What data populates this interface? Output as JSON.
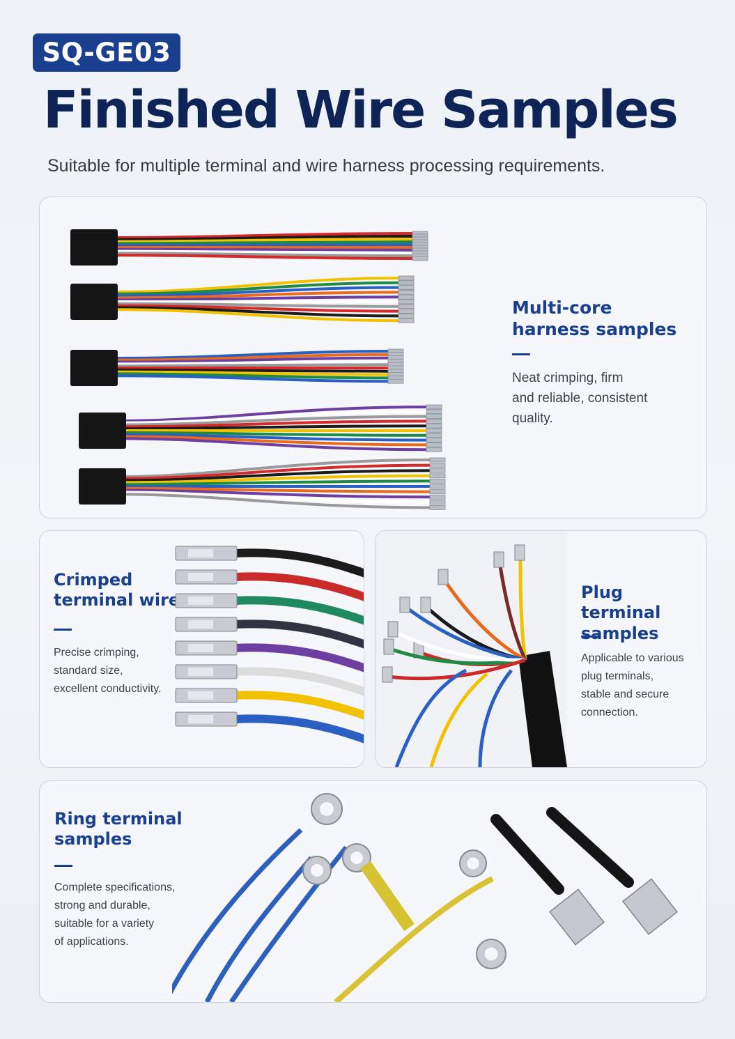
{
  "badge": "SQ-GE03",
  "title": "Finished Wire Samples",
  "subtitle": "Suitable for multiple terminal and wire harness processing requirements.",
  "cards": [
    {
      "title_line1": "Multi-core",
      "title_line2": "harness samples",
      "desc_lines": [
        "Neat crimping, firm",
        "and reliable, consistent",
        "quality."
      ]
    },
    {
      "title_line1": "Crimped",
      "title_line2": "terminal wires",
      "desc_lines": [
        "Precise crimping,",
        "standard size,",
        "excellent conductivity."
      ]
    },
    {
      "title_line1": "Plug terminal",
      "title_line2": "samples",
      "desc_lines": [
        "Applicable to various",
        "plug terminals,",
        "stable and secure",
        "connection."
      ]
    },
    {
      "title_line1": "Ring terminal",
      "title_line2": "samples",
      "desc_lines": [
        "Complete specifications,",
        "strong and durable,",
        "suitable for a variety",
        "of applications."
      ]
    }
  ],
  "colors": {
    "accent": "#1a3f8f",
    "title": "#0e2457"
  }
}
